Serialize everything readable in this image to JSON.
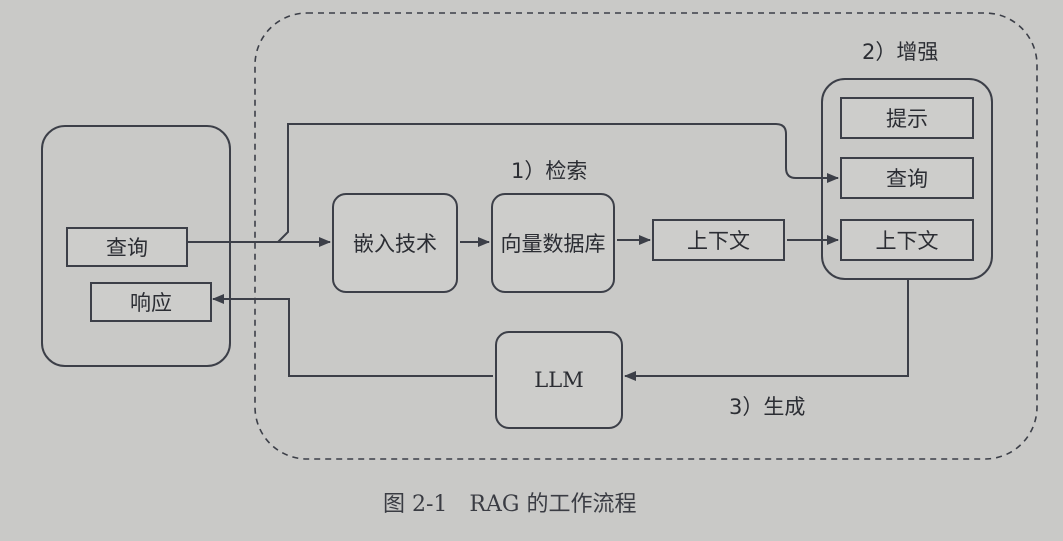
{
  "user_panel": {
    "query": "查询",
    "response": "响应"
  },
  "stages": {
    "retrieve": "1）检索",
    "augment": "2）增强",
    "generate": "3）生成"
  },
  "pipeline": {
    "embedding": "嵌入技术",
    "vector_db": "向量数据库",
    "context": "上下文",
    "llm": "LLM"
  },
  "prompt_stack": {
    "prompt": "提示",
    "query": "查询",
    "context": "上下文"
  },
  "caption": "图 2-1　RAG 的工作流程",
  "colors": {
    "line": "#3c3f48",
    "background": "#c9c9c7"
  }
}
